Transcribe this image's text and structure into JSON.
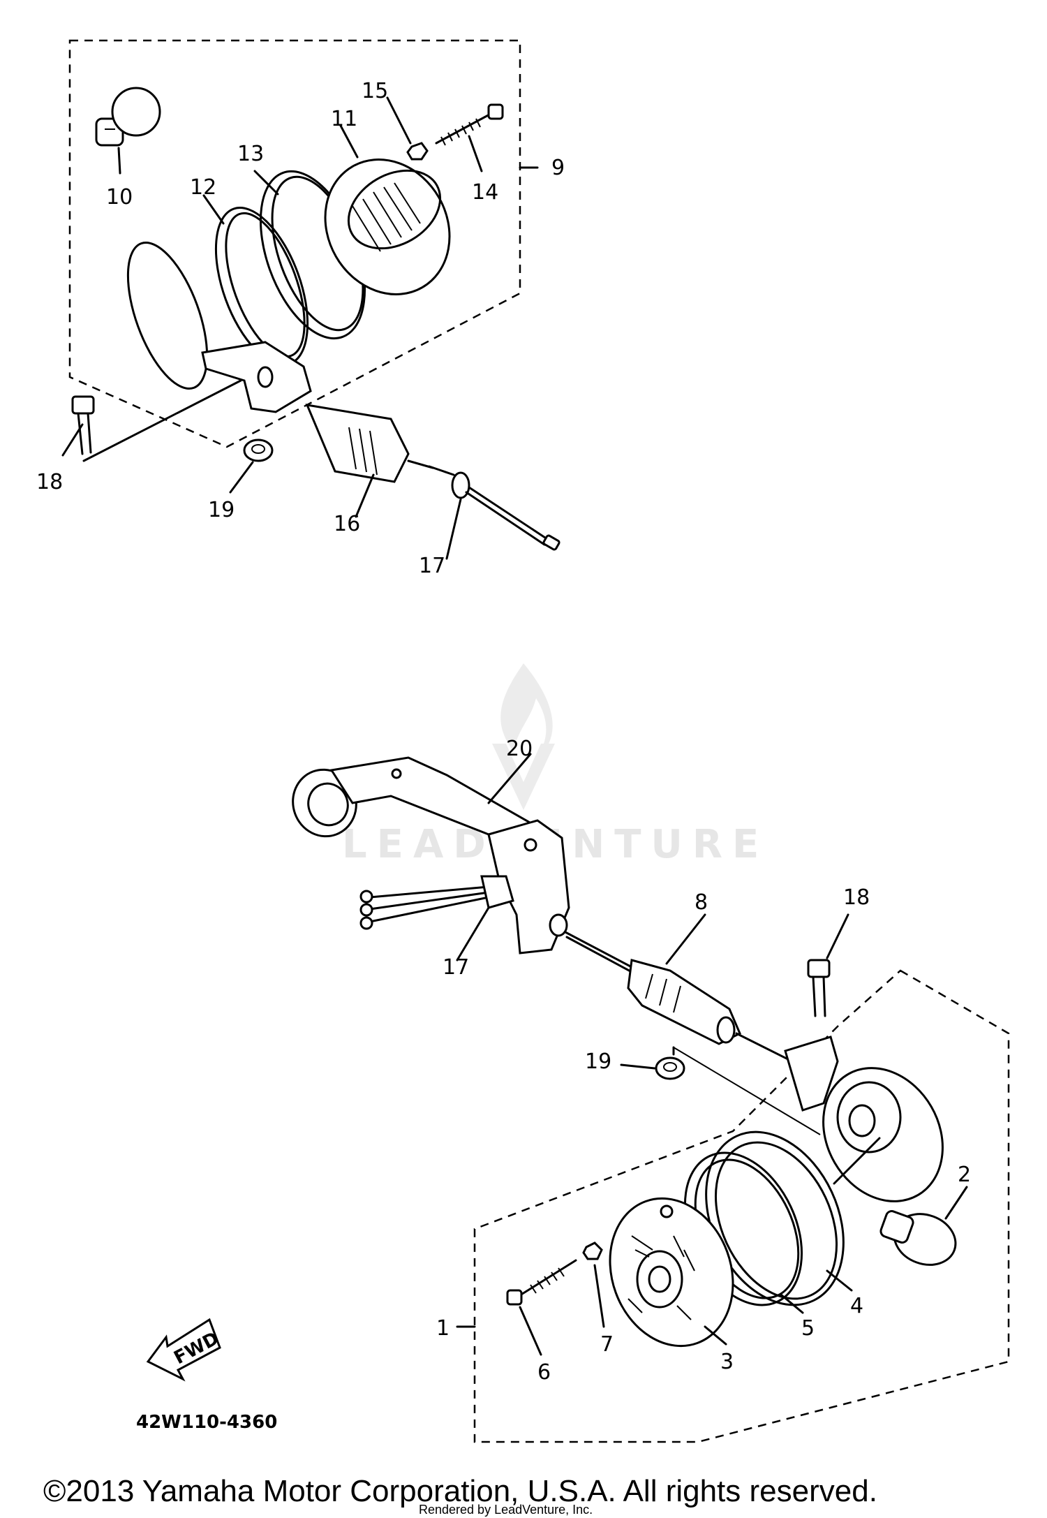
{
  "diagram": {
    "callouts_upper": [
      "9",
      "10",
      "11",
      "12",
      "13",
      "14",
      "15",
      "16",
      "17",
      "18",
      "19"
    ],
    "callouts_lower": [
      "1",
      "2",
      "3",
      "4",
      "5",
      "6",
      "7",
      "8",
      "17",
      "18",
      "19",
      "20"
    ],
    "forward_arrow_label": "FWD",
    "diagram_code": "42W110-4360"
  },
  "watermark": {
    "text": "LEADVENTURE"
  },
  "footer": {
    "copyright": "©2013 Yamaha Motor Corporation, U.S.A. All rights reserved.",
    "rendered_by": "Rendered by LeadVenture, Inc."
  }
}
